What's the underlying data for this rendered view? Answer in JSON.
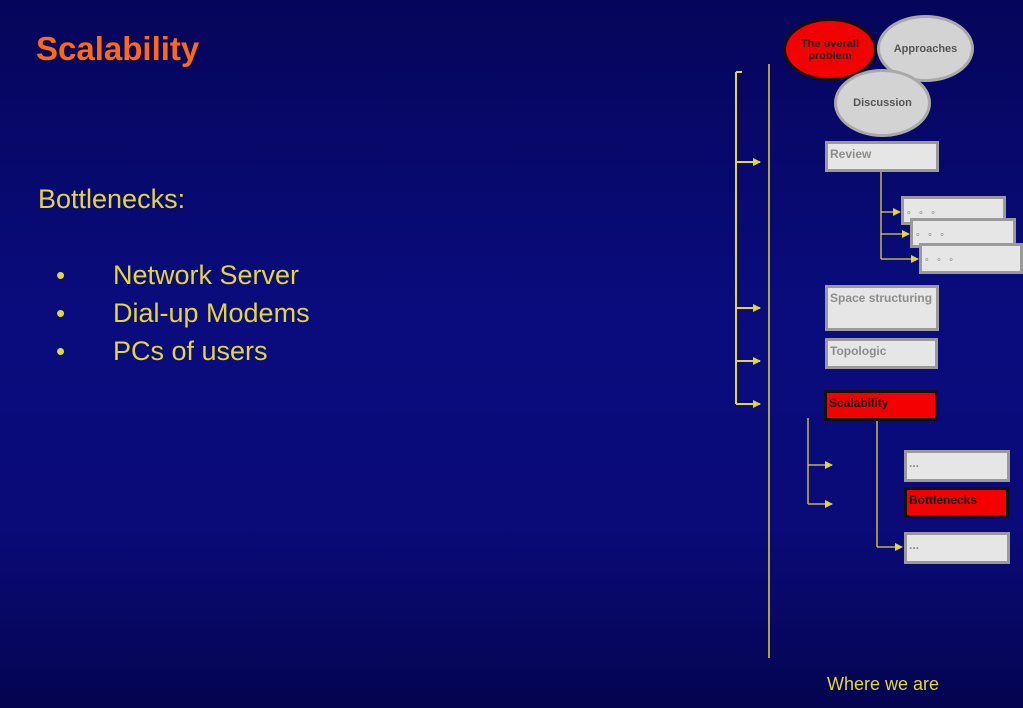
{
  "slide": {
    "title": "Scalability",
    "heading": "Bottlenecks:",
    "bullet_glyph": "•",
    "bullets": [
      "Network Server",
      "Dial-up Modems",
      "PCs of users"
    ]
  },
  "nav": {
    "ovals": {
      "overall_problem": "The overall problem",
      "approaches": "Approaches",
      "discussion": "Discussion"
    },
    "boxes": {
      "review": "Review",
      "review_sub": [
        "∘ ∘ ∘",
        "∘ ∘ ∘",
        "∘ ∘ ∘"
      ],
      "space_structuring": "Space structuring",
      "topologic": "Topologic",
      "scalability": "Scalability",
      "scal_sub_1": "...",
      "bottlenecks": "Bottlenecks",
      "scal_sub_2": "..."
    },
    "footer": "Where we are"
  },
  "colors": {
    "title": "#ff6a10",
    "text": "#e3d63a",
    "highlight": "#f40000",
    "box": "#e6e6e6",
    "arrow": "#e3d63a"
  }
}
